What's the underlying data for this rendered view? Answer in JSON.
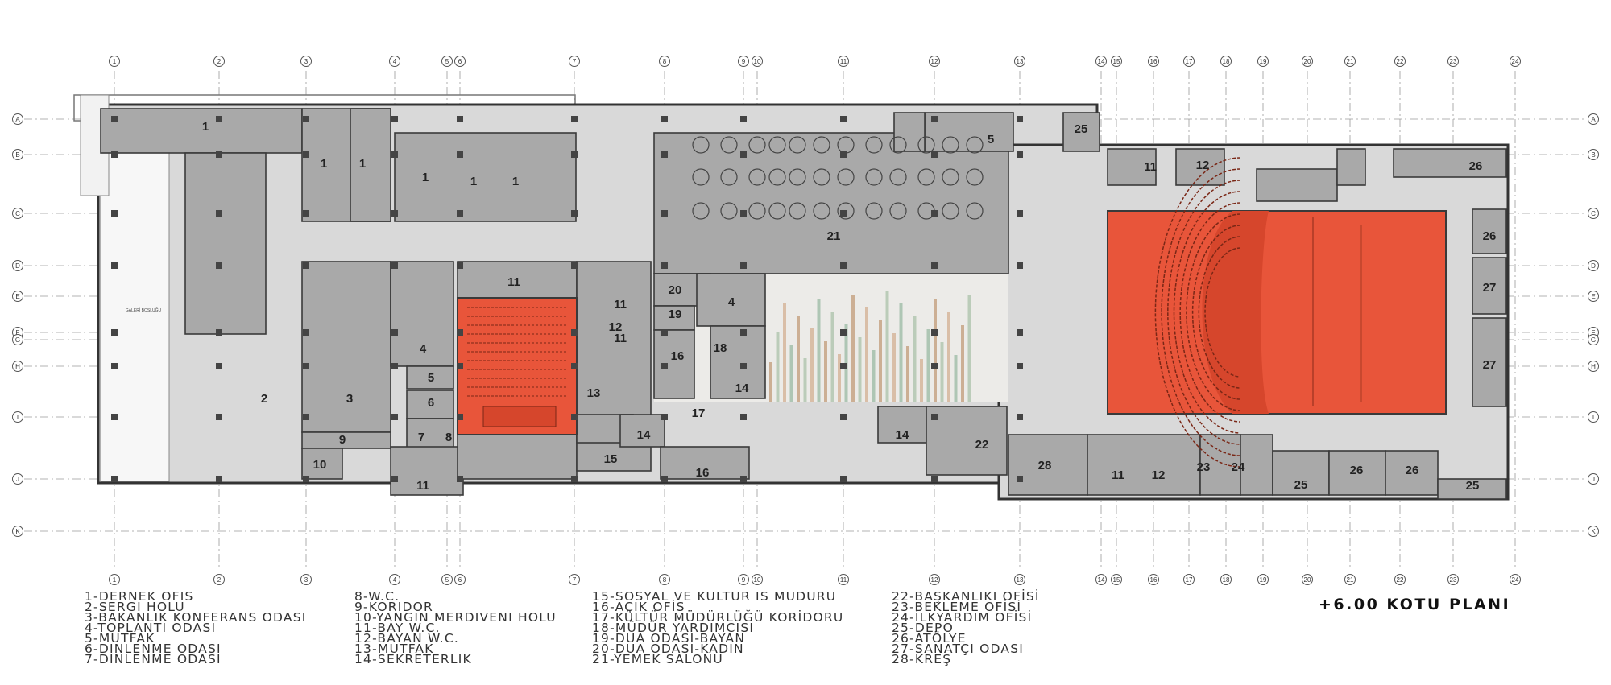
{
  "title": "+6.00 KOTU PLANI",
  "grid": {
    "columns": [
      "1",
      "2",
      "3",
      "4",
      "5",
      "6",
      "7",
      "8",
      "9",
      "10",
      "11",
      "12",
      "13",
      "14",
      "15",
      "16",
      "17",
      "18",
      "19",
      "20",
      "21",
      "22",
      "23",
      "24"
    ],
    "rows": [
      "A",
      "B",
      "C",
      "D",
      "E",
      "F",
      "G",
      "H",
      "I",
      "J",
      "K"
    ]
  },
  "colors": {
    "accent": "#e8553a",
    "room": "#a9a9a9",
    "corridor": "#d6d6d6",
    "wall": "#3a3a3a"
  },
  "plan_note": "GALERİ BOŞLUĞU",
  "rooms": [
    {
      "label": "1"
    },
    {
      "label": "1"
    },
    {
      "label": "1"
    },
    {
      "label": "1"
    },
    {
      "label": "1"
    },
    {
      "label": "1"
    },
    {
      "label": "2"
    },
    {
      "label": "3"
    },
    {
      "label": "4"
    },
    {
      "label": "4"
    },
    {
      "label": "5"
    },
    {
      "label": "5"
    },
    {
      "label": "6"
    },
    {
      "label": "7"
    },
    {
      "label": "8"
    },
    {
      "label": "9"
    },
    {
      "label": "10"
    },
    {
      "label": "11"
    },
    {
      "label": "11"
    },
    {
      "label": "11"
    },
    {
      "label": "11"
    },
    {
      "label": "11"
    },
    {
      "label": "11"
    },
    {
      "label": "12"
    },
    {
      "label": "12"
    },
    {
      "label": "12"
    },
    {
      "label": "13"
    },
    {
      "label": "14"
    },
    {
      "label": "14"
    },
    {
      "label": "14"
    },
    {
      "label": "15"
    },
    {
      "label": "16"
    },
    {
      "label": "16"
    },
    {
      "label": "17"
    },
    {
      "label": "18"
    },
    {
      "label": "19"
    },
    {
      "label": "20"
    },
    {
      "label": "21"
    },
    {
      "label": "22"
    },
    {
      "label": "23"
    },
    {
      "label": "24"
    },
    {
      "label": "25"
    },
    {
      "label": "25"
    },
    {
      "label": "25"
    },
    {
      "label": "26"
    },
    {
      "label": "26"
    },
    {
      "label": "26"
    },
    {
      "label": "26"
    },
    {
      "label": "27"
    },
    {
      "label": "27"
    },
    {
      "label": "28"
    }
  ],
  "legend": [
    [
      "1-DERNEK OFIS",
      "2-SERGI HOLU",
      "3-BAKANLIK KONFERANS ODASI",
      "4-TOPLANTI ODASI",
      "5-MUTFAK",
      "6-DINLENME ODASI",
      "7-DINLENME ODASI"
    ],
    [
      "8-W.C.",
      "9-KORIDOR",
      "10-YANGIN MERDIVENI HOLU",
      "11-BAY W.C.",
      "12-BAYAN W.C.",
      "13-MUTFAK",
      "14-SEKRETERLIK"
    ],
    [
      "15-SOSYAL VE KULTUR IS MUDURU",
      "16-AÇIK OFİS",
      "17-KÜLTÜR MÜDÜRLÜĞÜ KORİDORU",
      "18-MÜDÜR YARDIMCISI",
      "19-DUA ODASI-BAYAN",
      "20-DUA ODASI-KADIN",
      "21-YEMEK SALONU"
    ],
    [
      "22-BAŞKANLIKI OFİSİ",
      "23-BEKLEME OFİSİ",
      "24-İLKYARDIM OFİSİ",
      "25-DEPO",
      "26-ATÖLYE",
      "27-SANATÇI ODASI",
      "28-KREŞ"
    ]
  ]
}
